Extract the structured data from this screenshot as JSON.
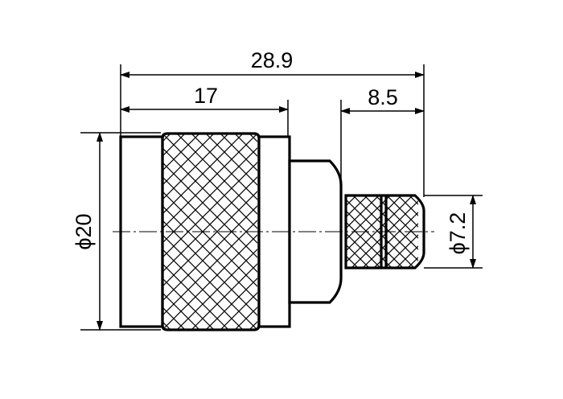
{
  "dimensions": {
    "overall_length": "28.9",
    "front_length": "17",
    "rear_length": "8.5",
    "outer_diameter": "ϕ20",
    "cable_diameter": "ϕ7.2"
  }
}
